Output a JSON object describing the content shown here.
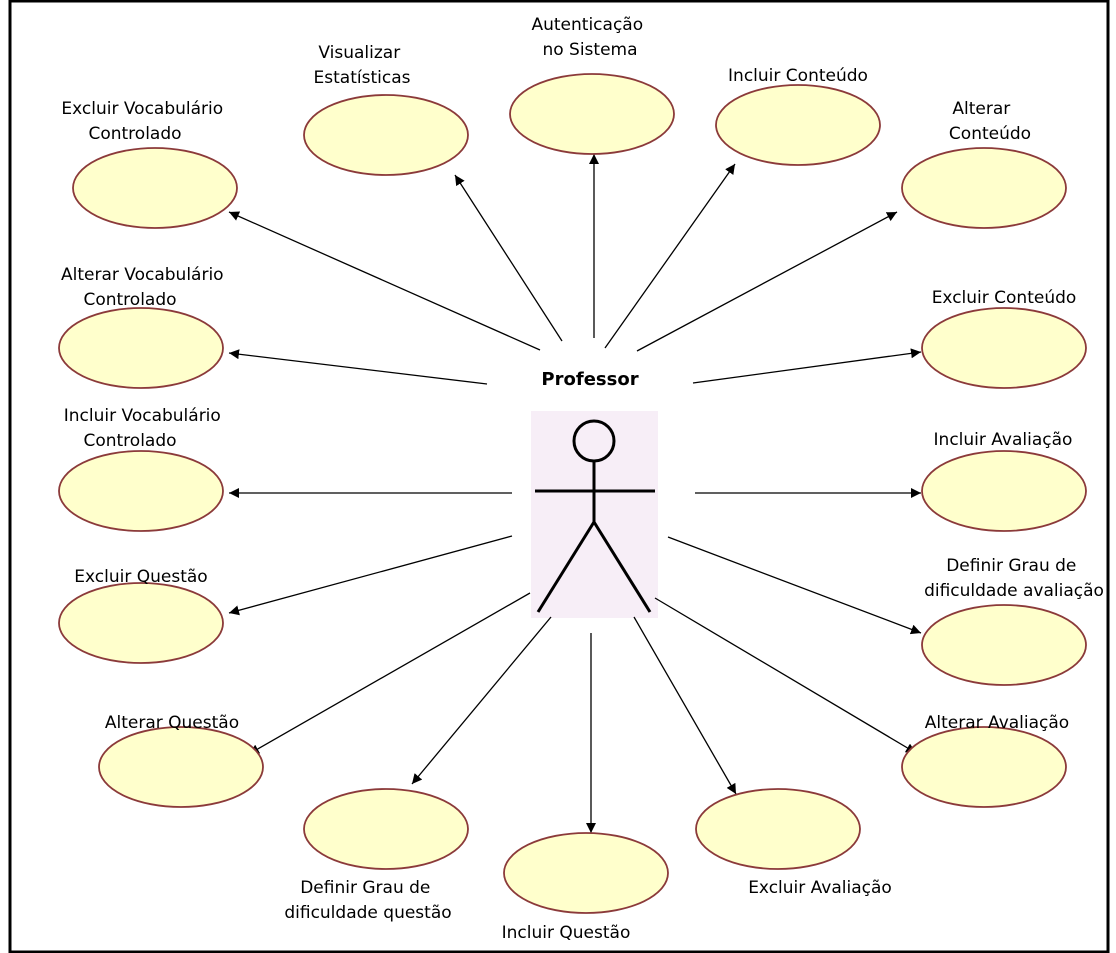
{
  "diagram": {
    "actor": {
      "name": "Professor"
    },
    "use_cases": [
      {
        "id": "autenticacao",
        "lines": [
          "Autenticação",
          "no Sistema"
        ]
      },
      {
        "id": "visualizar-estatisticas",
        "lines": [
          "Visualizar",
          "Estatísticas"
        ]
      },
      {
        "id": "incluir-conteudo",
        "lines": [
          "Incluir Conteúdo"
        ]
      },
      {
        "id": "excluir-vocabulario",
        "lines": [
          "Excluir Vocabulário",
          "Controlado"
        ]
      },
      {
        "id": "alterar-conteudo",
        "lines": [
          "Alterar",
          "Conteúdo"
        ]
      },
      {
        "id": "alterar-vocabulario",
        "lines": [
          "Alterar Vocabulário",
          "Controlado"
        ]
      },
      {
        "id": "excluir-conteudo",
        "lines": [
          "Excluir Conteúdo"
        ]
      },
      {
        "id": "incluir-vocabulario",
        "lines": [
          "Incluir Vocabulário",
          "Controlado"
        ]
      },
      {
        "id": "incluir-avaliacao",
        "lines": [
          "Incluir Avaliação"
        ]
      },
      {
        "id": "excluir-questao",
        "lines": [
          "Excluir Questão"
        ]
      },
      {
        "id": "definir-grau-avaliacao",
        "lines": [
          "Definir Grau de",
          "dificuldade avaliação"
        ]
      },
      {
        "id": "alterar-questao",
        "lines": [
          "Alterar Questão"
        ]
      },
      {
        "id": "alterar-avaliacao",
        "lines": [
          "Alterar Avaliação"
        ]
      },
      {
        "id": "definir-grau-questao",
        "lines": [
          "Definir Grau de",
          "dificuldade questão"
        ]
      },
      {
        "id": "incluir-questao",
        "lines": [
          "Incluir Questão"
        ]
      },
      {
        "id": "excluir-avaliacao",
        "lines": [
          "Excluir Avaliação"
        ]
      }
    ]
  },
  "colors": {
    "use_case_fill": "#ffffcc",
    "use_case_stroke": "#8b3a3a",
    "actor_box_fill": "#f7eef7",
    "line": "#000000",
    "frame": "#000000"
  }
}
